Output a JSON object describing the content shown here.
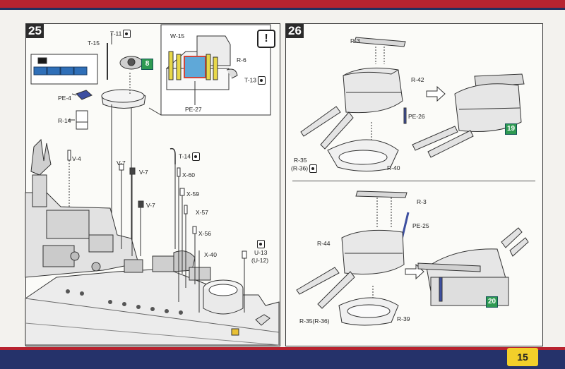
{
  "page": {
    "number": "15",
    "colors": {
      "red": "#b8232f",
      "blue": "#25326a",
      "yellow": "#f2cf2a",
      "green": "#2e9a52"
    }
  },
  "step25": {
    "step_number": "25",
    "labels": {
      "t11": "T-11",
      "t15": "T-15",
      "pe4": "PE-4",
      "r14": "R-14",
      "w15": "W-15",
      "r6": "R-6",
      "t13": "T-13",
      "pe27": "PE-27",
      "v4": "V-4",
      "v7a": "V-7",
      "v7b": "V-7",
      "v7c": "V-7",
      "t14": "T-14",
      "x60": "X-60",
      "x59": "X-59",
      "x57": "X-57",
      "x56": "X-56",
      "x40": "X-40",
      "u13": "U-13",
      "u12": "(U-12)"
    },
    "badge": "8",
    "warning": "!"
  },
  "step26": {
    "step_number": "26",
    "labels": {
      "r3a": "R-3",
      "r42": "R-42",
      "pe26": "PE-26",
      "r35a": "R-35",
      "r36a": "(R-36)",
      "r40": "R-40",
      "r3b": "R-3",
      "pe25": "PE-25",
      "r44": "R-44",
      "r35b": "R-35(R-36)",
      "r39": "R-39"
    },
    "badges": [
      "19",
      "20"
    ]
  }
}
